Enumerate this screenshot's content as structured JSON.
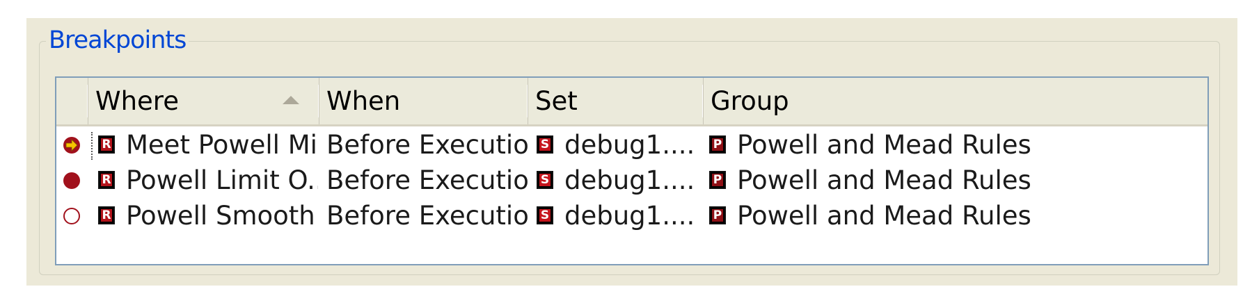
{
  "group_title": "Breakpoints",
  "columns": {
    "where": "Where",
    "when": "When",
    "set": "Set",
    "group": "Group"
  },
  "sort": {
    "column": "where",
    "direction": "ascending"
  },
  "badges": {
    "rule": "R",
    "set": "S",
    "group": "P"
  },
  "colors": {
    "legend_text": "#0046d5",
    "breakpoint_red": "#a1111c",
    "breakpoint_current_arrow": "#f7c400",
    "list_border": "#7f9db9",
    "panel_background": "#ece9d8"
  },
  "rows": [
    {
      "state": "current",
      "state_icon": "breakpoint-current-icon",
      "where": "Meet Powell Mi...",
      "when": "Before Execution",
      "set": "debug1....",
      "group": "Powell and Mead Rules"
    },
    {
      "state": "enabled",
      "state_icon": "breakpoint-enabled-icon",
      "where": "Powell Limit O...",
      "when": "Before Execution",
      "set": "debug1....",
      "group": "Powell and Mead Rules"
    },
    {
      "state": "disabled",
      "state_icon": "breakpoint-disabled-icon",
      "where": "Powell Smooth ...",
      "when": "Before Execution",
      "set": "debug1....",
      "group": "Powell and Mead Rules"
    }
  ]
}
